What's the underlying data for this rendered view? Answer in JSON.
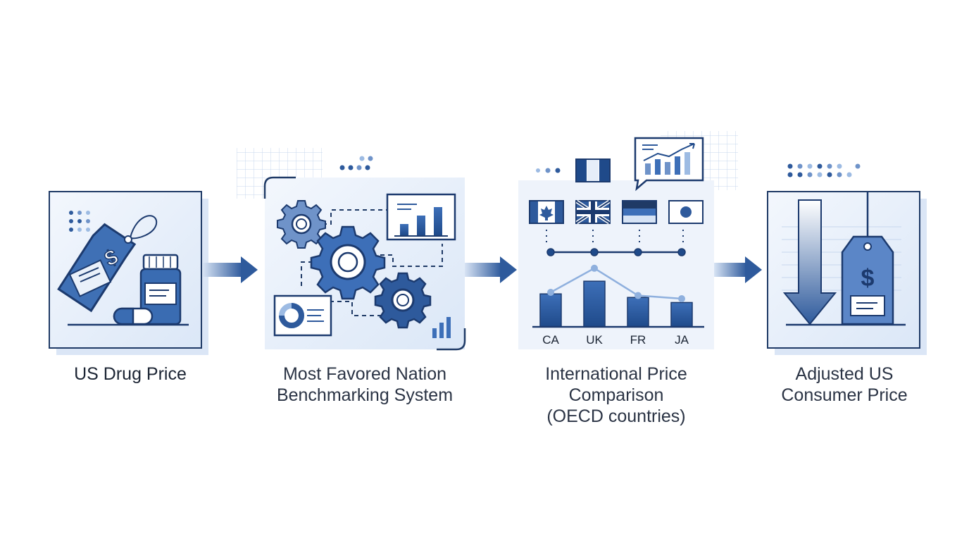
{
  "steps": [
    {
      "label": "US Drug Price"
    },
    {
      "label_line1": "Most Favored Nation",
      "label_line2": "Benchmarking System"
    },
    {
      "label_line1": "International Price",
      "label_line2": "Comparison",
      "label_line3": "(OECD countries)"
    },
    {
      "label_line1": "Adjusted US",
      "label_line2": "Consumer Price"
    }
  ],
  "comparison": {
    "countries": [
      "CA",
      "UK",
      "FR",
      "JA"
    ],
    "bar_levels": [
      0.65,
      0.9,
      0.58,
      0.48
    ],
    "trend_levels": [
      0.5,
      0.88,
      0.45,
      0.4
    ]
  },
  "icons": {
    "price_tag_symbol": "$",
    "adjusted_tag_symbol": "$"
  },
  "colors": {
    "primary": "#2e5a9c",
    "dark": "#1c3a6e",
    "light": "#9dbbe3",
    "panel": "#e6eef9",
    "text": "#1b2433"
  }
}
